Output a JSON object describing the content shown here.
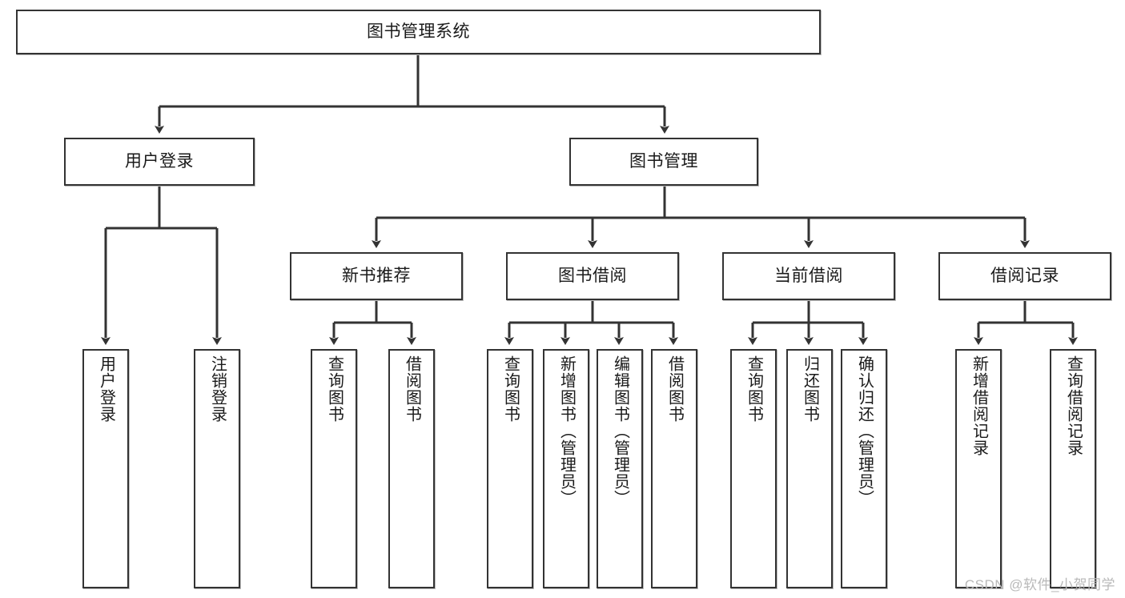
{
  "diagram": {
    "title": "图书管理系统",
    "type": "tree",
    "orientation": "top-down",
    "colors": {
      "node_border": "#333333",
      "node_fill": "#ffffff",
      "edge": "#333333",
      "watermark": "#b9b9b9",
      "background": "#ffffff"
    },
    "levels": {
      "root": "图书管理系统",
      "level2": [
        "用户登录",
        "图书管理"
      ],
      "level3": [
        "新书推荐",
        "图书借阅",
        "当前借阅",
        "借阅记录"
      ]
    },
    "nodes": {
      "root": {
        "label": "图书管理系统"
      },
      "user_login": {
        "label": "用户登录"
      },
      "book_manage": {
        "label": "图书管理"
      },
      "new_book_rec": {
        "label": "新书推荐"
      },
      "book_borrow": {
        "label": "图书借阅"
      },
      "current_borrow": {
        "label": "当前借阅"
      },
      "borrow_record": {
        "label": "借阅记录"
      },
      "leaf_user_login": {
        "label": "用户登录"
      },
      "leaf_logout": {
        "label": "注销登录"
      },
      "leaf_query_book_1": {
        "label": "查询图书"
      },
      "leaf_borrow_book_1": {
        "label": "借阅图书"
      },
      "leaf_query_book_2": {
        "label": "查询图书"
      },
      "leaf_add_book_admin": {
        "label": "新增图书（管理员）"
      },
      "leaf_edit_book_admin": {
        "label": "编辑图书（管理员）"
      },
      "leaf_borrow_book_2": {
        "label": "借阅图书"
      },
      "leaf_query_book_3": {
        "label": "查询图书"
      },
      "leaf_return_book": {
        "label": "归还图书"
      },
      "leaf_confirm_return_admin": {
        "label": "确认归还（管理员）"
      },
      "leaf_add_borrow_record": {
        "label": "新增借阅记录"
      },
      "leaf_query_borrow_record": {
        "label": "查询借阅记录"
      }
    },
    "edges": [
      {
        "from": "图书管理系统",
        "to": "用户登录"
      },
      {
        "from": "图书管理系统",
        "to": "图书管理"
      },
      {
        "from": "用户登录",
        "to": "用户登录"
      },
      {
        "from": "用户登录",
        "to": "注销登录"
      },
      {
        "from": "图书管理",
        "to": "新书推荐"
      },
      {
        "from": "图书管理",
        "to": "图书借阅"
      },
      {
        "from": "图书管理",
        "to": "当前借阅"
      },
      {
        "from": "图书管理",
        "to": "借阅记录"
      },
      {
        "from": "新书推荐",
        "to": "查询图书"
      },
      {
        "from": "新书推荐",
        "to": "借阅图书"
      },
      {
        "from": "图书借阅",
        "to": "查询图书"
      },
      {
        "from": "图书借阅",
        "to": "新增图书（管理员）"
      },
      {
        "from": "图书借阅",
        "to": "编辑图书（管理员）"
      },
      {
        "from": "图书借阅",
        "to": "借阅图书"
      },
      {
        "from": "当前借阅",
        "to": "查询图书"
      },
      {
        "from": "当前借阅",
        "to": "归还图书"
      },
      {
        "from": "当前借阅",
        "to": "确认归还（管理员）"
      },
      {
        "from": "借阅记录",
        "to": "新增借阅记录"
      },
      {
        "from": "借阅记录",
        "to": "查询借阅记录"
      }
    ]
  },
  "watermark": {
    "text": "CSDN @软件_小贺同学"
  }
}
